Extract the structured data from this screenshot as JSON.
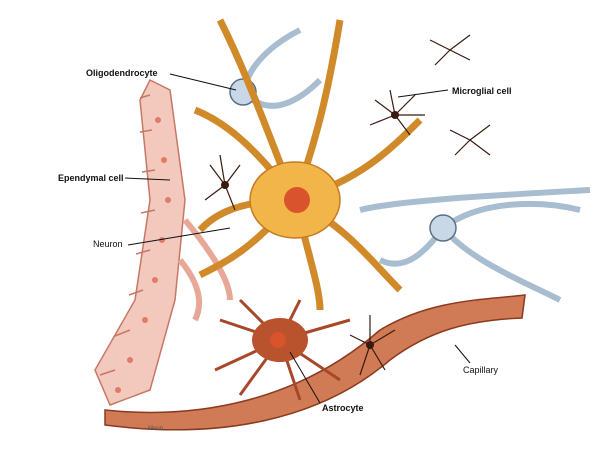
{
  "labels": {
    "oligodendrocyte": "Oligodendrocyte",
    "microglial": "Microglial cell",
    "ependymal": "Ependymal cell",
    "neuron": "Neuron",
    "capillary": "Capillary",
    "astrocyte": "Astrocyte"
  },
  "signature": "Moon",
  "colors": {
    "neuron": "#f2b54a",
    "nucleus": "#d9532c",
    "capillary": "#c8673f",
    "astrocyte": "#a8482a",
    "ependymal": "#eab0a4",
    "oligodendrocyte": "#a9bdd0",
    "microglia": "#3a1a10"
  }
}
